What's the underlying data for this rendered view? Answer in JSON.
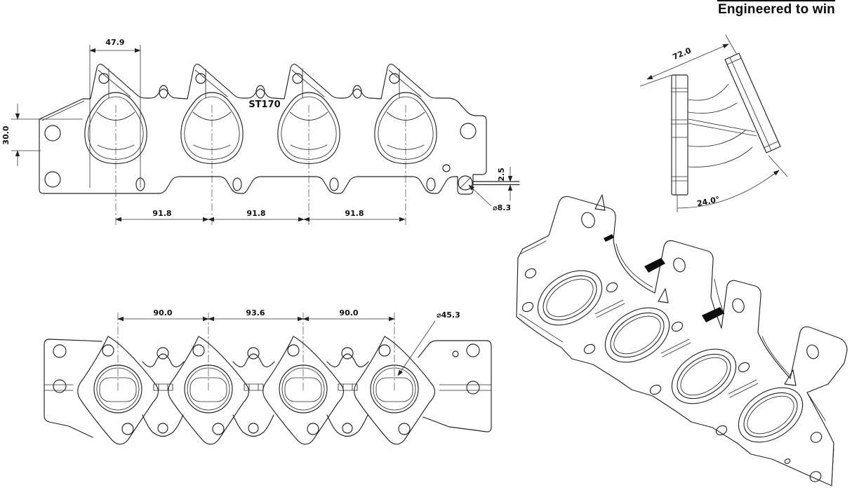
{
  "brand": {
    "tagline": "Engineered to win"
  },
  "part": {
    "label": "ST170"
  },
  "views": {
    "top": {
      "dims": {
        "flange_offset": "47.9",
        "end_height": "30.0",
        "port_pitch_1": "91.8",
        "port_pitch_2": "91.8",
        "port_pitch_3": "91.8",
        "tab_thickness": "2.5",
        "bolt_hole_dia": "⌀8.3"
      }
    },
    "front": {
      "dims": {
        "port_pitch_1": "90.0",
        "port_pitch_2": "93.6",
        "port_pitch_3": "90.0",
        "port_dia": "⌀45.3"
      }
    },
    "side": {
      "dims": {
        "depth": "72.0",
        "flange_angle": "24.0°"
      }
    }
  }
}
